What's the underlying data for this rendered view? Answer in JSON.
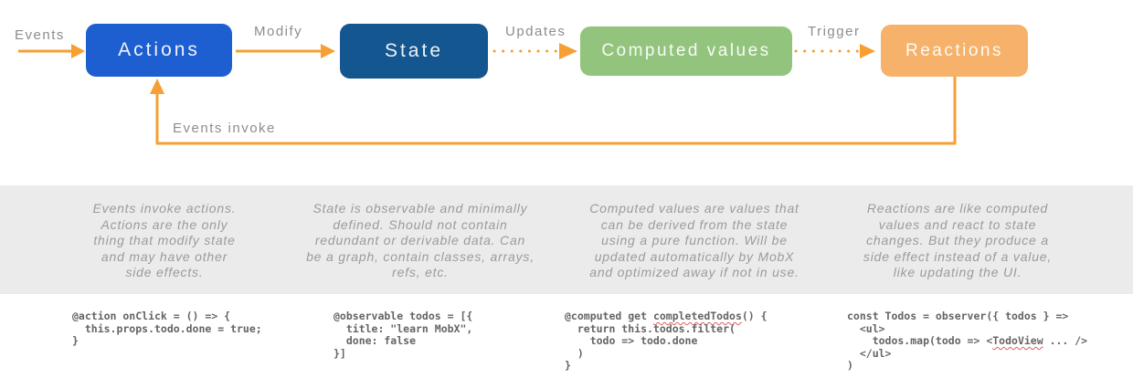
{
  "diagram": {
    "arrow_color": "#f79f33",
    "edge_labels": {
      "events": "Events",
      "modify": "Modify",
      "updates": "Updates",
      "trigger": "Trigger",
      "events_invoke": "Events invoke"
    },
    "nodes": [
      {
        "id": "actions",
        "label": "Actions",
        "color": "#1d5ed1"
      },
      {
        "id": "state",
        "label": "State",
        "color": "#14568f"
      },
      {
        "id": "computed-values",
        "label": "Computed values",
        "color": "#93c47d"
      },
      {
        "id": "reactions",
        "label": "Reactions",
        "color": "#f6b26b"
      }
    ]
  },
  "descriptions": [
    {
      "text": "Events invoke actions.\nActions are the only\nthing that modify state\nand may have other\nside effects."
    },
    {
      "text": "State is observable and minimally\ndefined. Should not contain\nredundant or derivable data. Can\nbe a graph, contain classes, arrays,\nrefs, etc."
    },
    {
      "text": "Computed values are values that\ncan be derived from the state\nusing a pure function. Will be\nupdated automatically by MobX\nand optimized away if not in use."
    },
    {
      "text": "Reactions are like computed\nvalues and react to state\nchanges. But they produce a\nside effect instead of a value,\nlike updating the UI."
    }
  ],
  "code_samples": [
    {
      "text": "@action onClick = () => {\n  this.props.todo.done = true;\n}",
      "squiggles": []
    },
    {
      "text": "@observable todos = [{\n  title: \"learn MobX\",\n  done: false\n}]",
      "squiggles": []
    },
    {
      "text": "@computed get completedTodos() {\n  return this.todos.filter(\n    todo => todo.done\n  )\n}",
      "squiggles": [
        "completedTodos"
      ]
    },
    {
      "text": "const Todos = observer({ todos } =>\n  <ul>\n    todos.map(todo => <TodoView ... />\n  </ul>\n)",
      "squiggles": [
        "TodoView"
      ]
    }
  ]
}
